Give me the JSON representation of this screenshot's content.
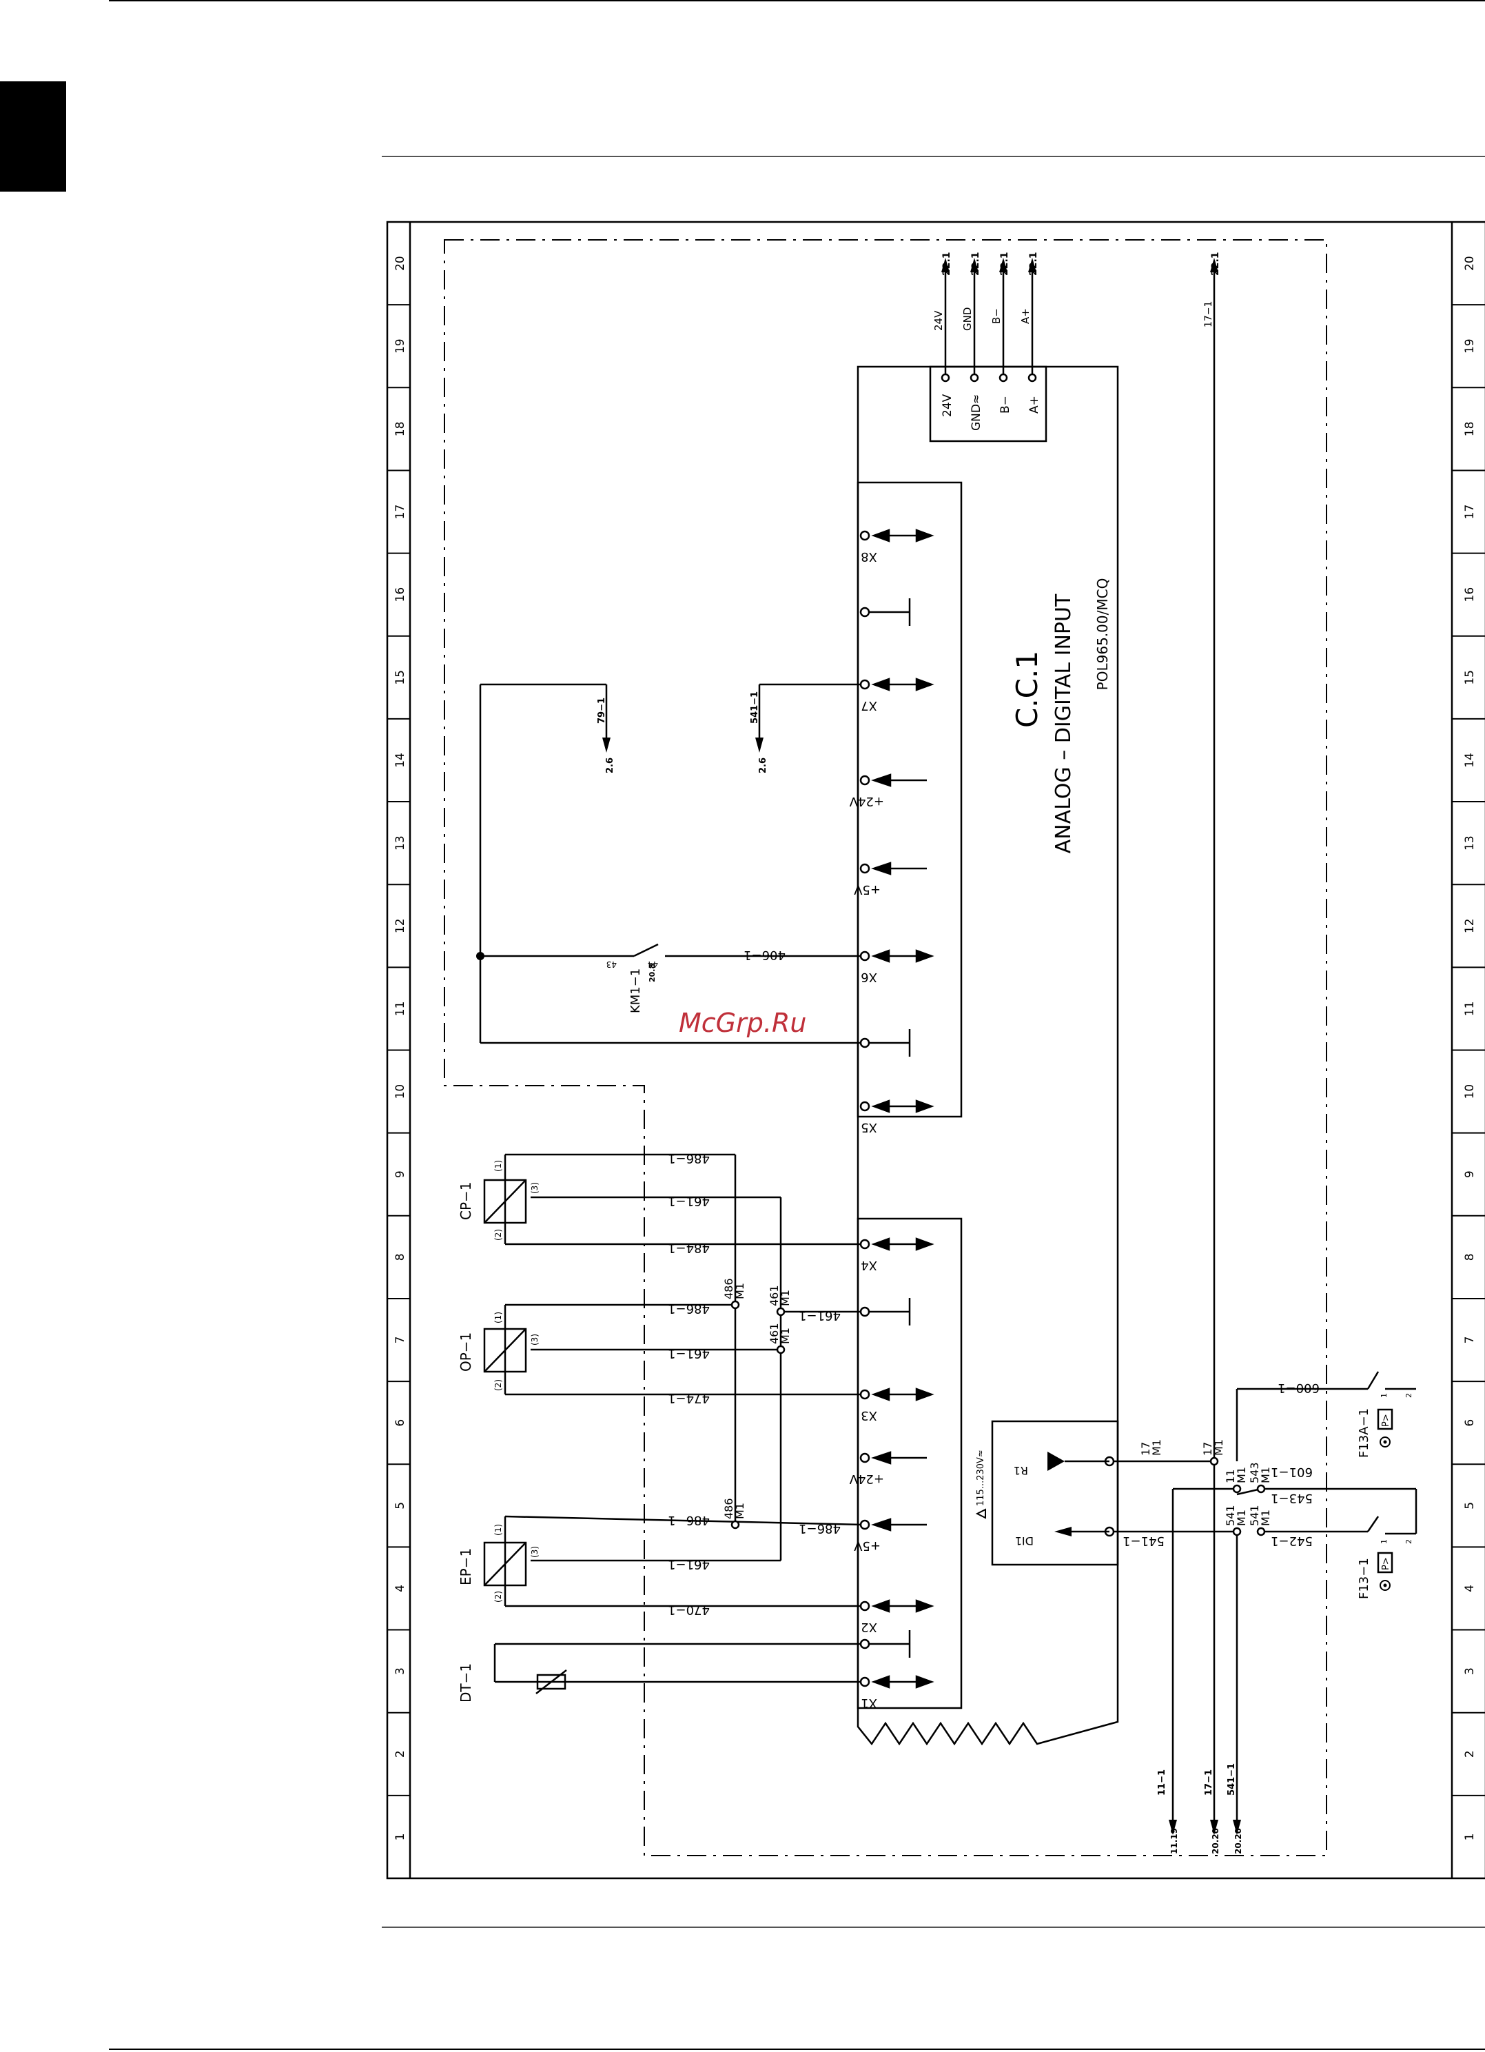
{
  "watermark": "McGrp.Ru",
  "controller": {
    "title": "C.C.1",
    "subtitle": "ANALOG  –  DIGITAL  INPUT",
    "model": "POL965.00/MCQ"
  },
  "ruler_numbers": [
    "1",
    "2",
    "3",
    "4",
    "5",
    "6",
    "7",
    "8",
    "9",
    "10",
    "11",
    "12",
    "13",
    "14",
    "15",
    "16",
    "17",
    "18",
    "19",
    "20"
  ],
  "bus_terminals": [
    "24V",
    "GND≈",
    "B−",
    "A+"
  ],
  "bus_wires": [
    "24V",
    "GND",
    "B−",
    "A+"
  ],
  "bus_refs": [
    "22.1",
    "22.1",
    "22.1",
    "22.1"
  ],
  "ref_17_top": "22.1",
  "wire_17_top": "17−1",
  "upper_io": {
    "x8": "X8",
    "x7": "X7",
    "p24": "+24V",
    "p5": "+5V",
    "x6": "X6",
    "x5": "X5"
  },
  "lower_io": {
    "x4": "X4",
    "x3": "X3",
    "p24": "+24V",
    "p5": "+5V",
    "x2": "X2",
    "x1": "X1"
  },
  "refs_left": {
    "w79": "79−1",
    "r79": "2.6",
    "w541": "541−1",
    "r541": "2.6"
  },
  "km1": {
    "label": "KM1−1",
    "ref": "20.8",
    "pin_a": "43",
    "pin_b": "44",
    "wire": "406−1"
  },
  "sensors": {
    "cp": "CP−1",
    "op": "OP−1",
    "ep": "EP−1",
    "dt": "DT−1"
  },
  "pins": {
    "p1": "(1)",
    "p2": "(2)",
    "p3": "(3)"
  },
  "wires": {
    "w486": "486−1",
    "w461": "461−1",
    "w484": "484−1",
    "w474": "474−1",
    "w470": "470−1"
  },
  "nodes": {
    "n486": "486",
    "n461": "461",
    "m1": "M1"
  },
  "relay_module": {
    "supply": "115...230V≈",
    "r1": "R1",
    "di1": "DI1"
  },
  "right_nodes": {
    "n17": "17",
    "n11": "11",
    "n543": "543",
    "n541": "541"
  },
  "right_wires": {
    "w600": "600−1",
    "w601": "601−1",
    "w543": "543−1",
    "w542": "542−1",
    "w541": "541−1"
  },
  "pressure_switches": {
    "f13a": "F13A−1",
    "f13": "F13−1",
    "sym": "P>"
  },
  "bottom_refs": {
    "w11": "11−1",
    "r11": "11.19",
    "w17": "17−1",
    "r17": "20.20",
    "w541": "541−1",
    "r541": "20.20"
  },
  "switch_pins": {
    "a": "1",
    "b": "2"
  }
}
